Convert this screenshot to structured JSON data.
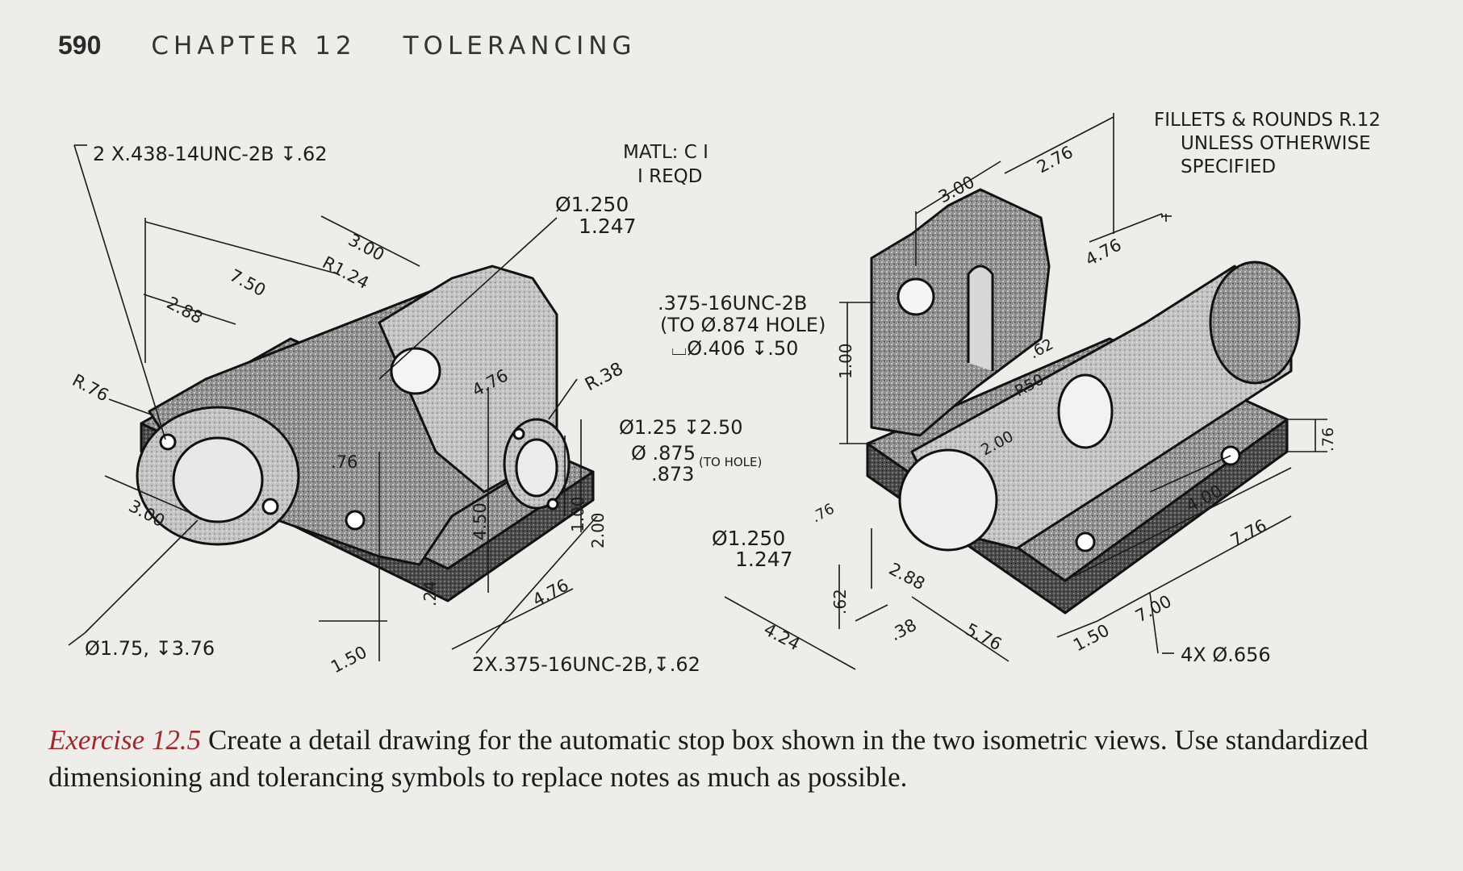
{
  "header": {
    "page_number": "590",
    "chapter": "CHAPTER 12",
    "chapter_title": "TOLERANCING"
  },
  "left_view": {
    "notes": {
      "thread_note": "2 X.438-14UNC-2B ↧.62",
      "material": "MATL: C I",
      "quantity": "I REQD",
      "dia_upper": "Ø1.250",
      "dia_lower": "1.247",
      "bore_note": "Ø1.75, ↧3.76",
      "tapped_holes": "2X.375-16UNC-2B,↧.62"
    },
    "dims": {
      "d_3_00_top": "3.00",
      "d_7_50": "7.50",
      "d_2_88": "2.88",
      "d_r1_24": "R1.24",
      "d_r_76": "R.76",
      "d_3_00_left": "3.00",
      "d_4_76_mid": "4.76",
      "d_r_38": "R.38",
      "d_76": ".76",
      "d_4_50": "4.50",
      "d_1_00": "1.00",
      "d_2_00": "2.00",
      "d_24": ".24",
      "d_4_76_bottom": "4.76",
      "d_1_50": "1.50"
    }
  },
  "middle_notes": {
    "thread_line1": ".375-16UNC-2B",
    "thread_line2": "(TO Ø.874 HOLE)",
    "thread_line3": "⌴Ø.406 ↧.50",
    "hole_depth": "Ø1.25 ↧2.50",
    "dia_875": "Ø .875",
    "dia_873": ".873",
    "to_hole": "(TO HOLE)",
    "dia2_upper": "Ø1.250",
    "dia2_lower": "1.247"
  },
  "right_view": {
    "notes": {
      "fillets_line1": "FILLETS & ROUNDS R.12",
      "fillets_line2": "UNLESS OTHERWISE",
      "fillets_line3": "SPECIFIED",
      "holes_note": "4X Ø.656"
    },
    "dims": {
      "d_3_00": "3.00",
      "d_2_76": "2.76",
      "d_4_76": "4.76",
      "d_62": ".62",
      "d_r50": "R50",
      "d_1_00": "1.00",
      "d_2_00": "2.00",
      "d_76_small": ".76",
      "d_2_88": "2.88",
      "d_38": ".38",
      "d_5_76": "5.76",
      "d_4_24": "4.24",
      "d_62_vert": ".62",
      "d_1_50": "1.50",
      "d_7_00": "7.00",
      "d_7_76": "7.76",
      "d_4_00": "4.00",
      "d_76_right": ".76"
    }
  },
  "caption": {
    "exercise_label": "Exercise 12.5",
    "text": "Create a detail drawing for the automatic stop box shown in the two isometric views. Use standardized dimensioning and tolerancing symbols to replace notes as much as possible."
  }
}
